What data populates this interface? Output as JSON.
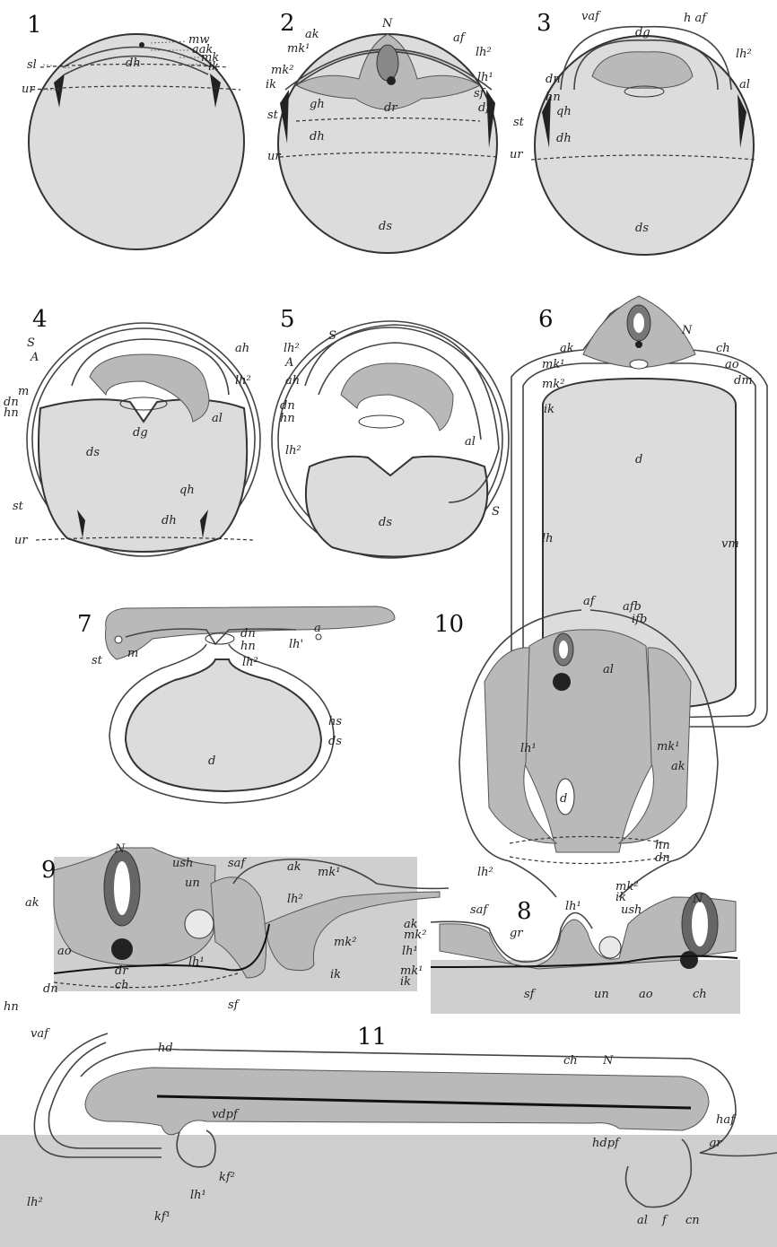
{
  "figures": [
    {
      "number": "1",
      "labels": [
        "mw",
        "aak",
        "mk",
        "ik",
        "sl",
        "ur",
        "dh"
      ]
    },
    {
      "number": "2",
      "labels": [
        "ak",
        "N",
        "af",
        "mk¹",
        "lh²",
        "mk²",
        "lh¹",
        "ik",
        "sf",
        "gh",
        "dr",
        "df",
        "st",
        "dh",
        "ur",
        "ds"
      ]
    },
    {
      "number": "3",
      "labels": [
        "vaf",
        "dg",
        "h af",
        "lh²",
        "dn",
        "al",
        "hn",
        "qh",
        "st",
        "dh",
        "ur",
        "ds"
      ]
    },
    {
      "number": "4",
      "labels": [
        "S",
        "ah",
        "A",
        "lh²",
        "m",
        "dn",
        "hn",
        "dg",
        "al",
        "ds",
        "qh",
        "st",
        "dh",
        "ur"
      ]
    },
    {
      "number": "5",
      "labels": [
        "S",
        "lh²",
        "A",
        "ah",
        "dn",
        "hn",
        "al",
        "lh²",
        "ds",
        "S"
      ]
    },
    {
      "number": "6",
      "labels": [
        "N",
        "ak",
        "ch",
        "mk¹",
        "ao",
        "mk²",
        "dm",
        "ik",
        "d",
        "lh",
        "vm"
      ]
    },
    {
      "number": "7",
      "labels": [
        "m",
        "lh'",
        "a",
        "dn",
        "hn",
        "st",
        "lh²",
        "hs",
        "ds",
        "d"
      ]
    },
    {
      "number": "8",
      "labels": [
        "saf",
        "lh¹",
        "ush",
        "N",
        "ak",
        "mk²",
        "gr",
        "lh¹",
        "mk¹",
        "ik",
        "sf",
        "un",
        "ao",
        "ch"
      ]
    },
    {
      "number": "9",
      "labels": [
        "N",
        "ush",
        "saf",
        "ak",
        "mk¹",
        "un",
        "lh²",
        "ak",
        "ao",
        "dr",
        "mk²",
        "ch",
        "lh¹",
        "ik",
        "hn",
        "dn",
        "sf"
      ]
    },
    {
      "number": "10",
      "labels": [
        "af",
        "afb",
        "ifb",
        "al",
        "mk¹",
        "lh¹",
        "ak",
        "d",
        "hn",
        "dn",
        "lh²",
        "mk²",
        "ik"
      ]
    },
    {
      "number": "11",
      "labels": [
        "vaf",
        "hd",
        "ch",
        "N",
        "vdpf",
        "haf",
        "hdpf",
        "gr",
        "lh²",
        "kf¹",
        "lh¹",
        "kf²",
        "al",
        "f",
        "cn"
      ]
    }
  ]
}
